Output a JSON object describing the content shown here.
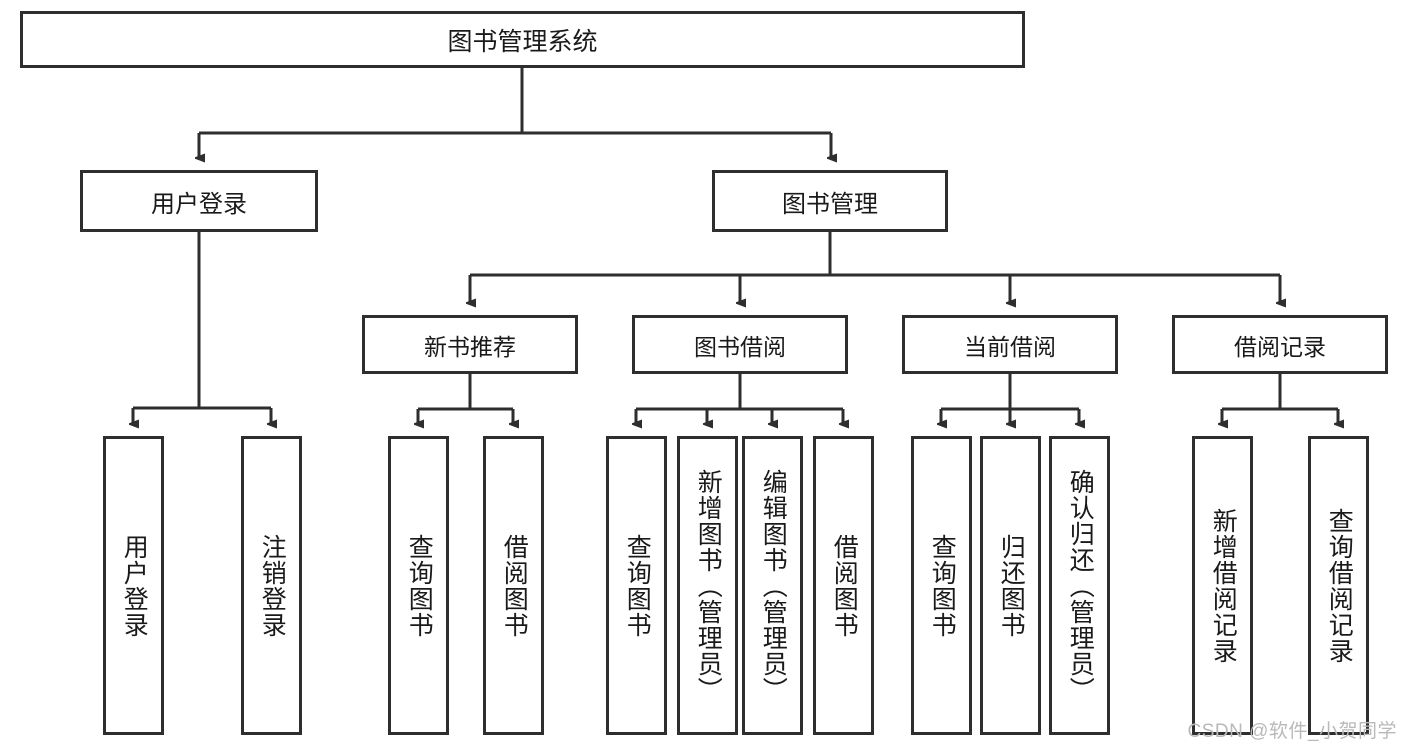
{
  "diagram": {
    "title": "图书管理系统",
    "root": {
      "label": "图书管理系统"
    },
    "level2": [
      {
        "label": "用户登录"
      },
      {
        "label": "图书管理"
      }
    ],
    "level3": [
      {
        "label": "新书推荐"
      },
      {
        "label": "图书借阅"
      },
      {
        "label": "当前借阅"
      },
      {
        "label": "借阅记录"
      }
    ],
    "leaves": [
      {
        "label": "用户登录"
      },
      {
        "label": "注销登录"
      },
      {
        "label": "查询图书"
      },
      {
        "label": "借阅图书"
      },
      {
        "label": "查询图书"
      },
      {
        "label": "新增图书（管理员）"
      },
      {
        "label": "编辑图书（管理员）"
      },
      {
        "label": "借阅图书"
      },
      {
        "label": "查询图书"
      },
      {
        "label": "归还图书"
      },
      {
        "label": "确认归还（管理员）"
      },
      {
        "label": "新增借阅记录"
      },
      {
        "label": "查询借阅记录"
      }
    ]
  },
  "watermark": {
    "text": "CSDN @软件_小贺同学"
  },
  "colors": {
    "stroke": "#2e2e2e",
    "background": "#ffffff",
    "text": "#1a1a1a",
    "watermark": "#b9b9b9"
  }
}
